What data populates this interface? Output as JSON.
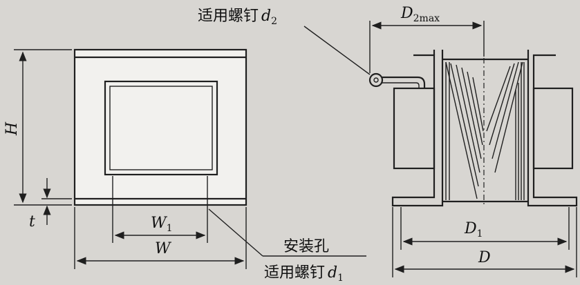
{
  "diagram": {
    "callout_top": {
      "text": "适用螺钉",
      "var": "d",
      "sub": "2"
    },
    "callout_bottom_line1": "安装孔",
    "callout_bottom_line2": {
      "text": "适用螺钉",
      "var": "d",
      "sub": "1"
    },
    "dim_H": "H",
    "dim_t": "t",
    "dim_W1": {
      "var": "W",
      "sub": "1"
    },
    "dim_W": "W",
    "dim_D2max": {
      "var": "D",
      "sub": "2max"
    },
    "dim_D1": {
      "var": "D",
      "sub": "1"
    },
    "dim_D": "D"
  },
  "colors": {
    "background": "#d8d6d2",
    "ink": "#1f1f1f",
    "window_fill": "#ffffff",
    "panel_fill": "#f2f1ee"
  }
}
